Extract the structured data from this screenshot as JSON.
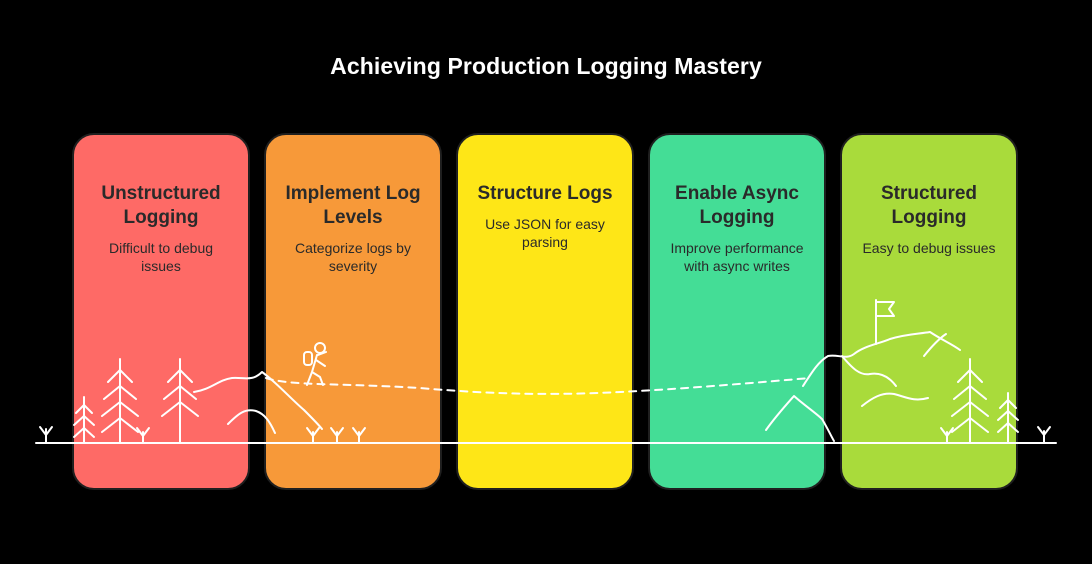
{
  "title": "Achieving Production Logging Mastery",
  "steps": [
    {
      "title": "Unstructured Logging",
      "desc": "Difficult to debug issues",
      "color": "#fe6a66"
    },
    {
      "title": "Implement Log Levels",
      "desc": "Categorize logs by severity",
      "color": "#f79939"
    },
    {
      "title": "Structure Logs",
      "desc": "Use JSON for easy parsing",
      "color": "#fee617"
    },
    {
      "title": "Enable Async Logging",
      "desc": "Improve performance with async writes",
      "color": "#44dd96"
    },
    {
      "title": "Structured Logging",
      "desc": "Easy to debug issues",
      "color": "#a9db3b"
    }
  ],
  "icons": [
    "pine-tree-icon",
    "hiker-icon",
    "mountain-icon",
    "summit-flag-icon"
  ]
}
